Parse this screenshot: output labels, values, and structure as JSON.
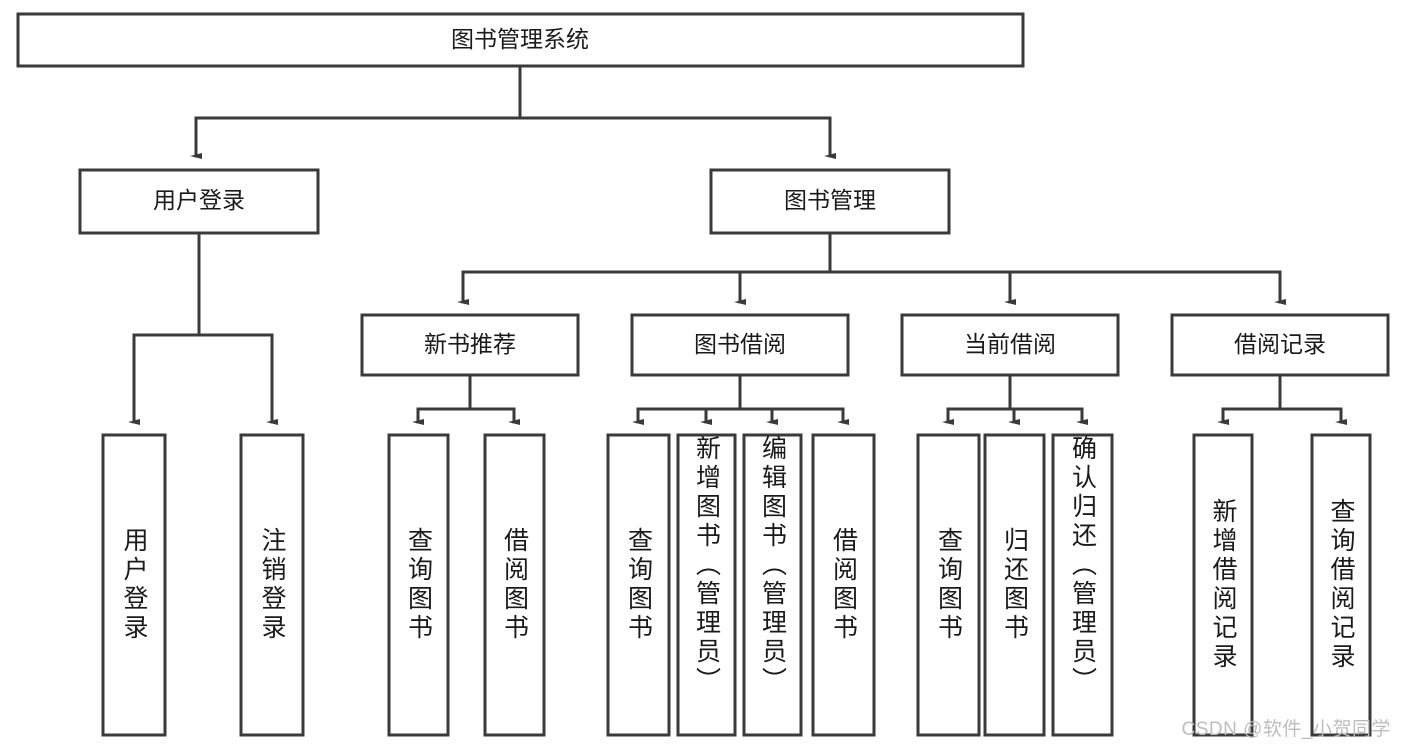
{
  "diagram": {
    "title": "图书管理系统",
    "type": "tree-hierarchy",
    "root": {
      "id": "root",
      "label": "图书管理系统"
    },
    "level2": [
      {
        "id": "user-login",
        "label": "用户登录"
      },
      {
        "id": "book-management",
        "label": "图书管理"
      }
    ],
    "level3": [
      {
        "id": "new-book-recommend",
        "label": "新书推荐",
        "parent": "book-management"
      },
      {
        "id": "book-borrow",
        "label": "图书借阅",
        "parent": "book-management"
      },
      {
        "id": "current-borrow",
        "label": "当前借阅",
        "parent": "book-management"
      },
      {
        "id": "borrow-record",
        "label": "借阅记录",
        "parent": "book-management"
      }
    ],
    "leaves": [
      {
        "id": "leaf-user-login",
        "label": "用户登录",
        "parent": "user-login"
      },
      {
        "id": "leaf-logout-login",
        "label": "注销登录",
        "parent": "user-login"
      },
      {
        "id": "leaf-query-book-1",
        "label": "查询图书",
        "parent": "new-book-recommend"
      },
      {
        "id": "leaf-borrow-book-1",
        "label": "借阅图书",
        "parent": "new-book-recommend"
      },
      {
        "id": "leaf-query-book-2",
        "label": "查询图书",
        "parent": "book-borrow"
      },
      {
        "id": "leaf-add-book",
        "label": "新增图书（管理员）",
        "parent": "book-borrow"
      },
      {
        "id": "leaf-edit-book",
        "label": "编辑图书（管理员）",
        "parent": "book-borrow"
      },
      {
        "id": "leaf-borrow-book-2",
        "label": "借阅图书",
        "parent": "book-borrow"
      },
      {
        "id": "leaf-query-book-3",
        "label": "查询图书",
        "parent": "current-borrow"
      },
      {
        "id": "leaf-return-book",
        "label": "归还图书",
        "parent": "current-borrow"
      },
      {
        "id": "leaf-confirm-return",
        "label": "确认归还（管理员）",
        "parent": "current-borrow"
      },
      {
        "id": "leaf-add-record",
        "label": "新增借阅记录",
        "parent": "borrow-record"
      },
      {
        "id": "leaf-query-record",
        "label": "查询借阅记录",
        "parent": "borrow-record"
      }
    ]
  },
  "watermark": {
    "text": "CSDN @软件_小贺同学"
  },
  "colors": {
    "stroke": "#3a3a3a",
    "box_fill": "#ffffff",
    "text": "#1a1a1a",
    "watermark": "#bdbdbd",
    "background": "#ffffff"
  }
}
